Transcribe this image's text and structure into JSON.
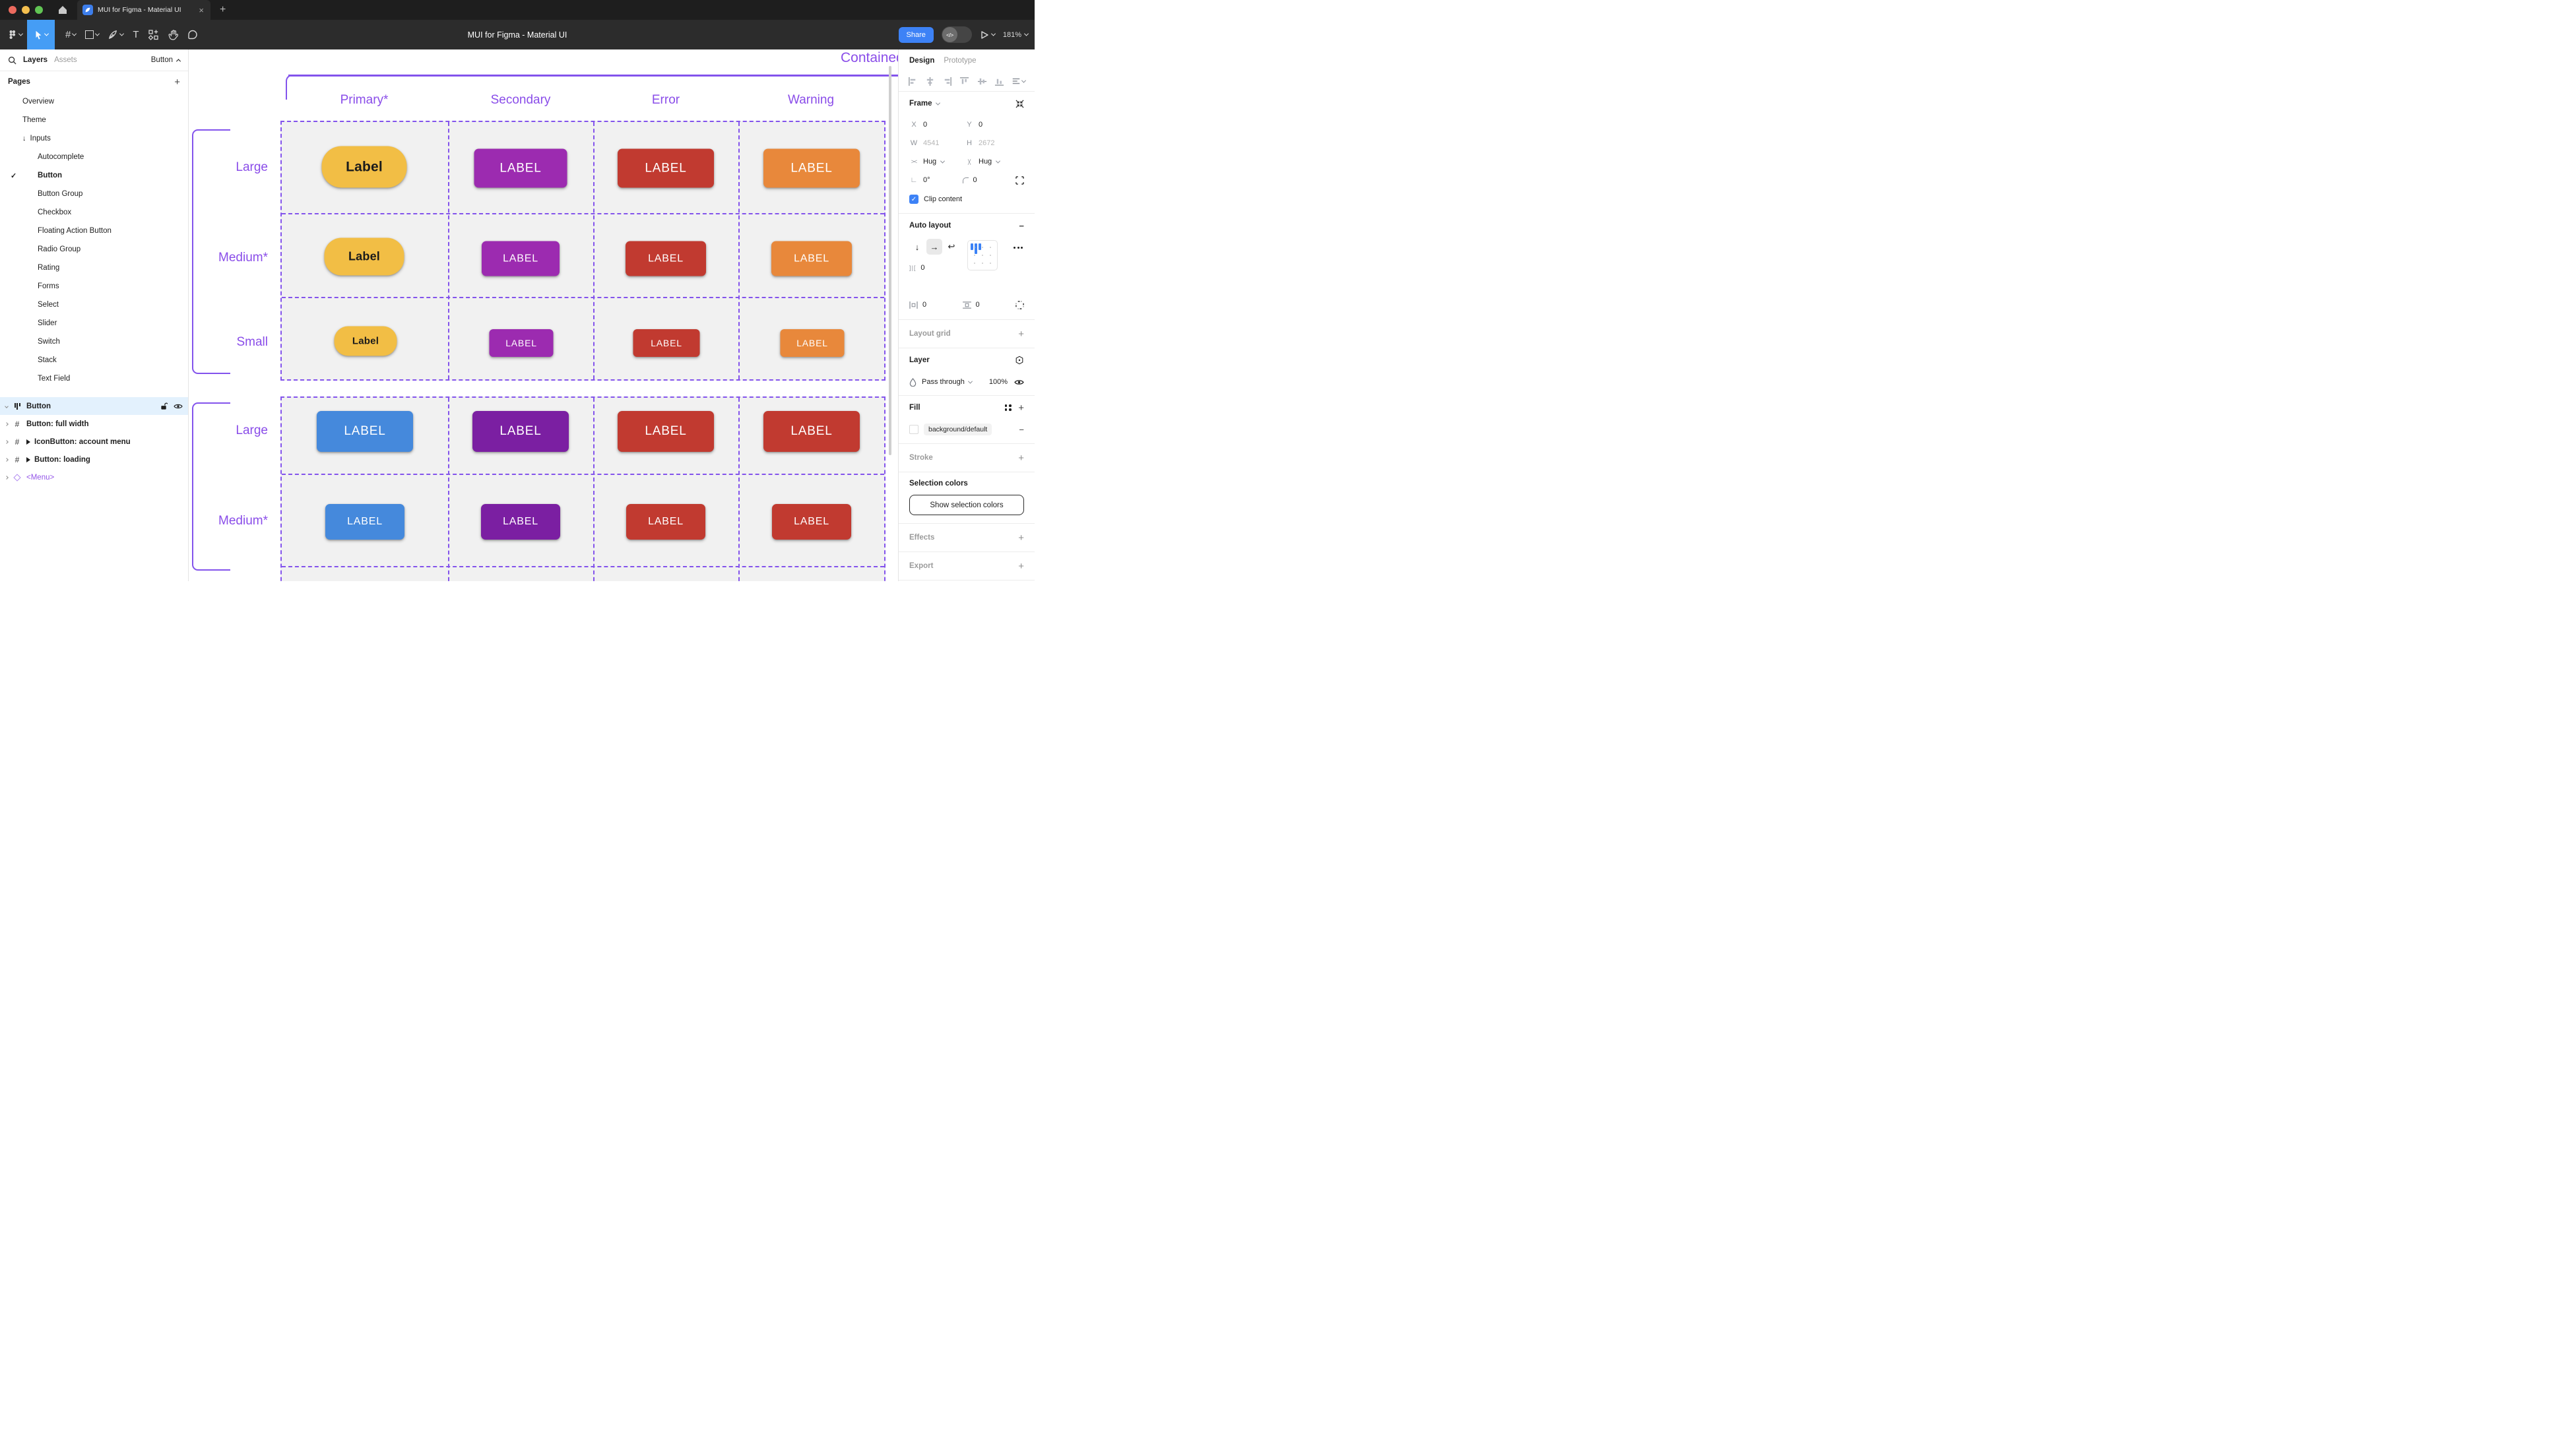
{
  "window": {
    "tab_title": "MUI for Figma - Material UI",
    "close_glyph": "×",
    "new_tab_glyph": "+",
    "toolbar_title": "MUI for Figma - Material UI",
    "share_label": "Share",
    "dev_toggle_glyph": "</>",
    "zoom_level": "181%"
  },
  "colors": {
    "accent_blue": "#3D82F6",
    "figma_purple": "#8353EC",
    "selected_tool": "#459DF5"
  },
  "sidebar": {
    "search_tooltip": "search",
    "tabs": {
      "layers": "Layers",
      "assets": "Assets"
    },
    "page_selector": "Button",
    "pages_header": "Pages",
    "pages": [
      {
        "label": "Overview"
      },
      {
        "label": "Theme"
      },
      {
        "label": "Inputs",
        "prefix": "↓"
      },
      {
        "label": "Autocomplete"
      },
      {
        "label": "Button",
        "check": "✓"
      },
      {
        "label": "Button Group"
      },
      {
        "label": "Checkbox"
      },
      {
        "label": "Floating Action Button"
      },
      {
        "label": "Radio Group"
      },
      {
        "label": "Rating"
      },
      {
        "label": "Forms"
      },
      {
        "label": "Select"
      },
      {
        "label": "Slider"
      },
      {
        "label": "Switch"
      },
      {
        "label": "Stack"
      },
      {
        "label": "Text Field"
      }
    ],
    "layers": [
      {
        "label": "Button"
      },
      {
        "label": "Button: full width"
      },
      {
        "label": "IconButton: account menu"
      },
      {
        "label": "Button: loading"
      },
      {
        "label": "<Menu>"
      }
    ]
  },
  "canvas": {
    "frame_title": "Contained",
    "columns": [
      "Primary*",
      "Secondary",
      "Error",
      "Warning"
    ],
    "rows": [
      {
        "label": "Large",
        "buttons": [
          {
            "label": "Label",
            "color": "#F2BE45"
          },
          {
            "label": "LABEL",
            "color": "#9C2BB0"
          },
          {
            "label": "LABEL",
            "color": "#C13A30"
          },
          {
            "label": "LABEL",
            "color": "#E8883B"
          }
        ]
      },
      {
        "label": "Medium*",
        "buttons": [
          {
            "label": "Label",
            "color": "#F2BE45"
          },
          {
            "label": "LABEL",
            "color": "#9C2BB0"
          },
          {
            "label": "LABEL",
            "color": "#C13A30"
          },
          {
            "label": "LABEL",
            "color": "#E8883B"
          }
        ]
      },
      {
        "label": "Small",
        "buttons": [
          {
            "label": "Label",
            "color": "#F2BE45"
          },
          {
            "label": "LABEL",
            "color": "#9C2BB0"
          },
          {
            "label": "LABEL",
            "color": "#C13A30"
          },
          {
            "label": "LABEL",
            "color": "#E8883B"
          }
        ]
      },
      {
        "label": "Large",
        "buttons": [
          {
            "label": "LABEL",
            "color": "#4589DC"
          },
          {
            "label": "LABEL",
            "color": "#7B1FA2"
          },
          {
            "label": "LABEL",
            "color": "#C13A30"
          },
          {
            "label": "LABEL",
            "color": "#C13A30"
          }
        ]
      },
      {
        "label": "Medium*",
        "buttons": [
          {
            "label": "LABEL",
            "color": "#4589DC"
          },
          {
            "label": "LABEL",
            "color": "#7B1FA2"
          },
          {
            "label": "LABEL",
            "color": "#C13A30"
          },
          {
            "label": "LABEL",
            "color": "#C13A30"
          }
        ]
      }
    ]
  },
  "inspector": {
    "tabs": {
      "design": "Design",
      "prototype": "Prototype"
    },
    "frame": {
      "title": "Frame",
      "x_label": "X",
      "x": "0",
      "y_label": "Y",
      "y": "0",
      "w_label": "W",
      "w": "4541",
      "h_label": "H",
      "h": "2672",
      "hug_h": "Hug",
      "hug_v": "Hug",
      "rotation": "0°",
      "radius": "0",
      "clip_label": "Clip content",
      "clip_check": "✓"
    },
    "auto_layout": {
      "title": "Auto layout",
      "dir_down": "↓",
      "dir_right": "→",
      "dir_wrap": "↩",
      "gap": "0",
      "pad_h": "0",
      "pad_v": "0"
    },
    "layout_grid": {
      "title": "Layout grid"
    },
    "layer": {
      "title": "Layer",
      "blend": "Pass through",
      "opacity": "100%"
    },
    "fill": {
      "title": "Fill",
      "token": "background/default"
    },
    "stroke": {
      "title": "Stroke"
    },
    "selection_colors": {
      "title": "Selection colors",
      "button_label": "Show selection colors"
    },
    "effects": {
      "title": "Effects"
    },
    "export": {
      "title": "Export"
    },
    "gap_icon": "]|[",
    "rotation_icon": "∟"
  }
}
